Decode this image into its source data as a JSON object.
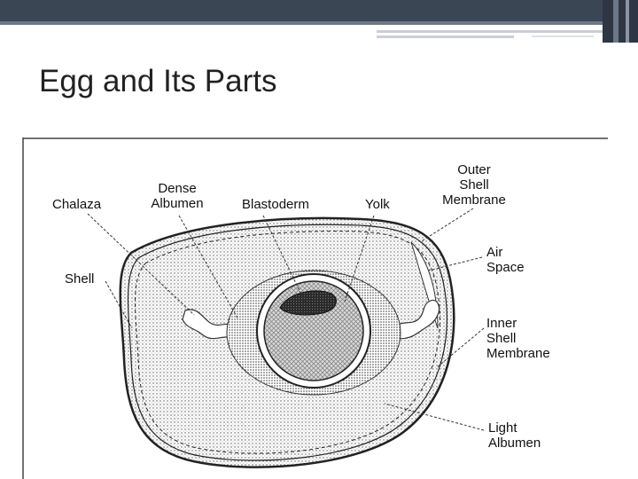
{
  "slide": {
    "title": "Egg and Its Parts",
    "accent_colors": {
      "dark": "#3b4655",
      "mid": "#6c7787",
      "light": "#c9ced6"
    }
  },
  "diagram": {
    "labels": {
      "chalaza": "Chalaza",
      "dense_albumen_1": "Dense",
      "dense_albumen_2": "Albumen",
      "blastoderm": "Blastoderm",
      "yolk": "Yolk",
      "outer_membrane_1": "Outer",
      "outer_membrane_2": "Shell",
      "outer_membrane_3": "Membrane",
      "shell": "Shell",
      "air_space_1": "Air",
      "air_space_2": "Space",
      "inner_membrane_1": "Inner",
      "inner_membrane_2": "Shell",
      "inner_membrane_3": "Membrane",
      "light_albumen_1": "Light",
      "light_albumen_2": "Albumen"
    }
  }
}
